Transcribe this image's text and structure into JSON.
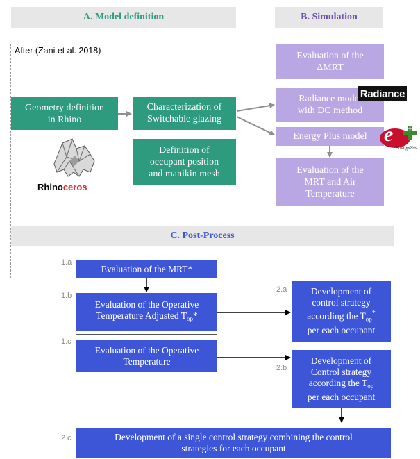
{
  "headers": {
    "model_definition": "A. Model definition",
    "simulation": "B. Simulation",
    "post_process": "C. Post-Process"
  },
  "attribution": "After (Zani et al. 2018)",
  "model_boxes": {
    "geometry": [
      "Geometry definition",
      "in Rhino"
    ],
    "glazing": [
      "Characterization of",
      "Switchable glazing"
    ],
    "occupant": [
      "Definition of",
      "occupant position",
      "and manikin mesh"
    ]
  },
  "simulation_boxes": {
    "dmrt": [
      "Evaluation of the",
      "ΔMRT"
    ],
    "radiance_model": [
      "Radiance model",
      "with DC method"
    ],
    "energyplus_model": "Energy Plus model",
    "mrt_air": [
      "Evaluation of the",
      "MRT and Air",
      "Temperature"
    ]
  },
  "logos": {
    "rhino_prefix": "Rhino",
    "rhino_suffix": "ceros",
    "radiance": "Radiance",
    "energyplus_letter": "e",
    "energyplus_plus": "+",
    "energyplus_caption": "EnergyPlus"
  },
  "post_labels": {
    "l1a": "1.a",
    "l1b": "1.b",
    "l1c": "1.c",
    "l2a": "2.a",
    "l2b": "2.b",
    "l2c": "2.c"
  },
  "post_boxes": {
    "mrt": "Evaluation of the MRT*",
    "top_adj_line1": "Evaluation of the Operative",
    "top_adj_line2": "Temperature Adjusted T",
    "top_adj_sub": "op",
    "top_adj_star": "*",
    "operative": [
      "Evaluation of the Operative",
      "Temperature"
    ],
    "dev_a_lines": [
      "Development of",
      "control strategy"
    ],
    "dev_a_line3": "according the T",
    "dev_a_sub": "op",
    "dev_a_star": "*",
    "dev_a_line4": "per each occupant",
    "dev_b_lines": [
      "Development of",
      "Control strategy"
    ],
    "dev_b_line3": "according the T",
    "dev_b_sub": "op",
    "dev_b_line4": "per each occupant",
    "single": [
      "Development of a single control strategy combining the control",
      "strategies for each occupant"
    ]
  },
  "colors": {
    "green": "#2e9b7f",
    "lilac": "#b9a7e3",
    "blue": "#3d56d7",
    "header_bg": "#e7e7e7",
    "header_green_text": "#2e9b7f",
    "header_purple_text": "#6a4fb0",
    "header_blue_text": "#3d56d7"
  }
}
